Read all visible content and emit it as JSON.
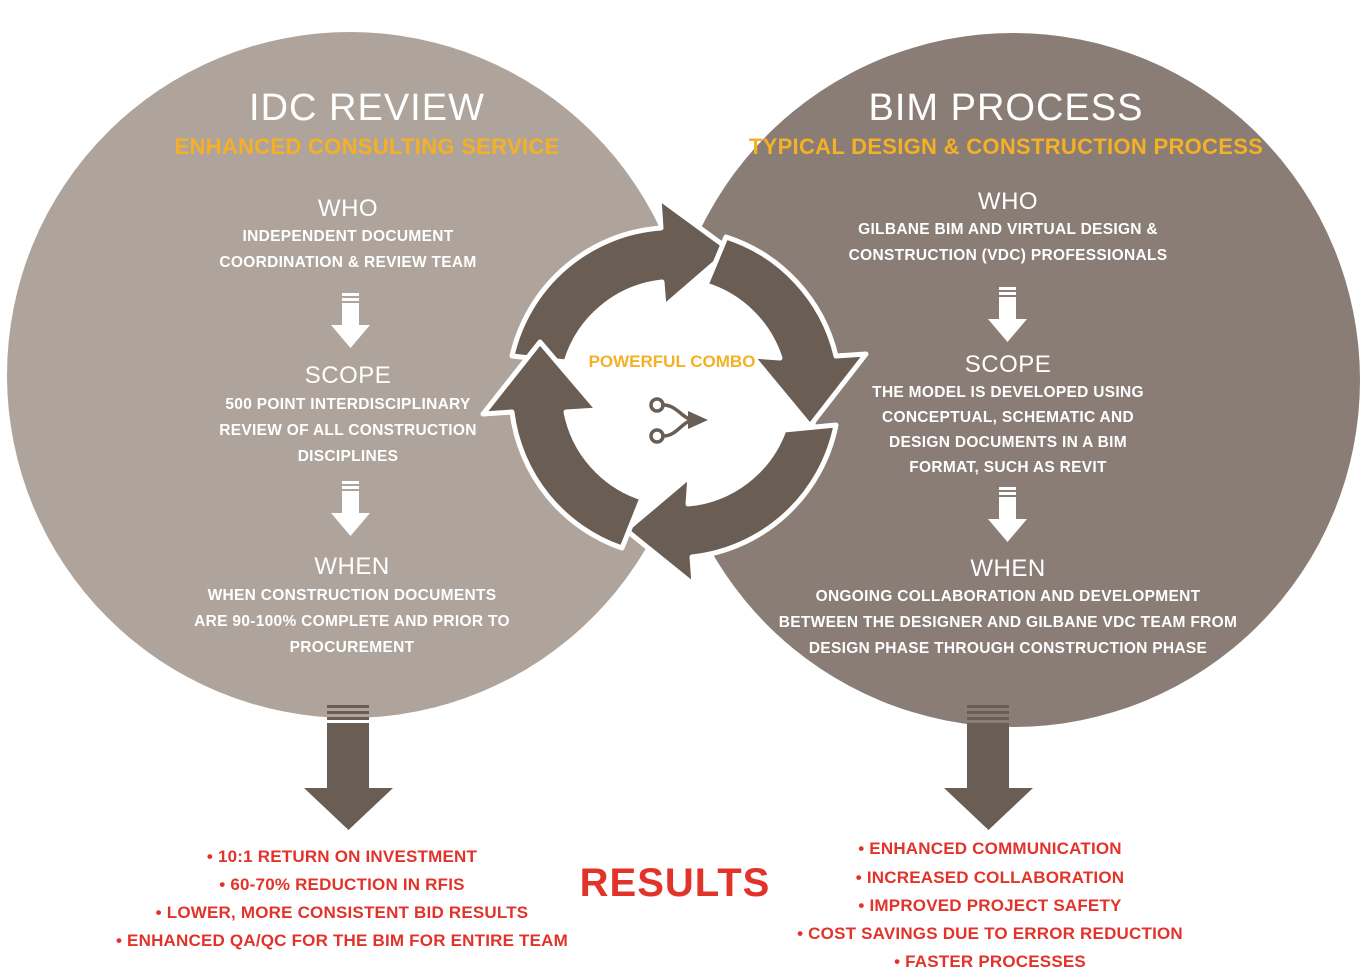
{
  "colors": {
    "left_circle": "#aea49c",
    "right_circle": "#897d76",
    "overlap": "#6b5f56",
    "cycle_arrows": "#6a5e54",
    "down_arrow_dark": "#6a5e54",
    "accent_yellow": "#f5b025",
    "results_red": "#e2332b"
  },
  "left": {
    "title": "IDC REVIEW",
    "subtitle": "ENHANCED CONSULTING SERVICE",
    "who_heading": "WHO",
    "who_lines": [
      "INDEPENDENT DOCUMENT",
      "COORDINATION & REVIEW TEAM"
    ],
    "scope_heading": "SCOPE",
    "scope_lines": [
      "500 POINT INTERDISCIPLINARY",
      "REVIEW OF ALL CONSTRUCTION",
      "DISCIPLINES"
    ],
    "when_heading": "WHEN",
    "when_lines": [
      "WHEN CONSTRUCTION DOCUMENTS",
      "ARE 90-100% COMPLETE AND PRIOR TO",
      "PROCUREMENT"
    ],
    "results": [
      "• 10:1 RETURN ON INVESTMENT",
      "• 60-70% REDUCTION IN RFIS",
      "• LOWER, MORE CONSISTENT BID RESULTS",
      "• ENHANCED QA/QC FOR THE BIM FOR ENTIRE TEAM"
    ]
  },
  "right": {
    "title": "BIM PROCESS",
    "subtitle": "TYPICAL DESIGN & CONSTRUCTION PROCESS",
    "who_heading": "WHO",
    "who_lines": [
      "GILBANE BIM AND VIRTUAL DESIGN &",
      "CONSTRUCTION (VDC) PROFESSIONALS"
    ],
    "scope_heading": "SCOPE",
    "scope_lines": [
      "THE MODEL IS DEVELOPED USING",
      "CONCEPTUAL, SCHEMATIC AND",
      "DESIGN DOCUMENTS IN A BIM",
      "FORMAT, SUCH AS REVIT"
    ],
    "when_heading": "WHEN",
    "when_lines": [
      "ONGOING COLLABORATION AND DEVELOPMENT",
      "BETWEEN THE DESIGNER AND GILBANE VDC TEAM FROM",
      "DESIGN PHASE THROUGH CONSTRUCTION PHASE"
    ],
    "results": [
      "• ENHANCED COMMUNICATION",
      "• INCREASED COLLABORATION",
      "• IMPROVED PROJECT SAFETY",
      "• COST SAVINGS DUE TO ERROR REDUCTION",
      "• FASTER PROCESSES"
    ]
  },
  "center": {
    "combo_label": "POWERFUL COMBO",
    "merge_icon": "merge-arrows-icon"
  },
  "results_title": "RESULTS"
}
